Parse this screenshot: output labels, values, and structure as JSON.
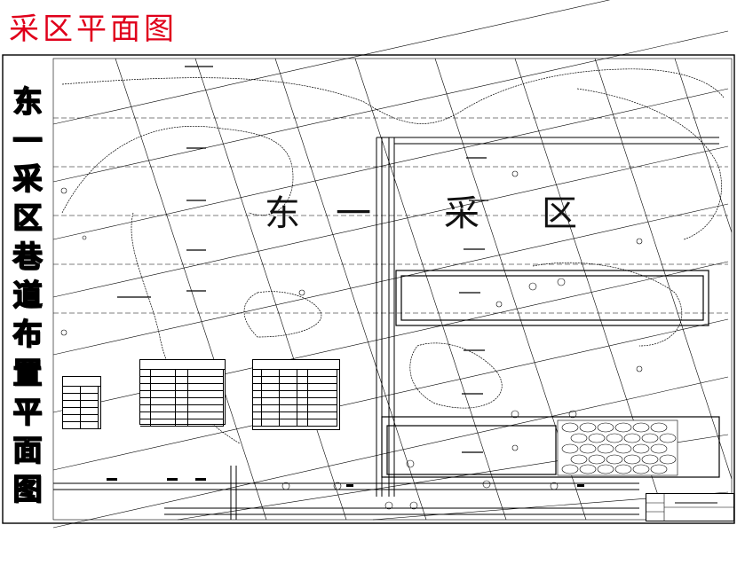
{
  "page_heading": "采区平面图",
  "drawing_title_vertical": [
    "东",
    "一",
    "采",
    "区",
    "巷",
    "道",
    "布",
    "置",
    "平",
    "面",
    "图"
  ],
  "area_label": [
    "东",
    "一",
    "采",
    "区"
  ],
  "colors": {
    "heading_red": "#e0001b",
    "line": "#000000"
  }
}
